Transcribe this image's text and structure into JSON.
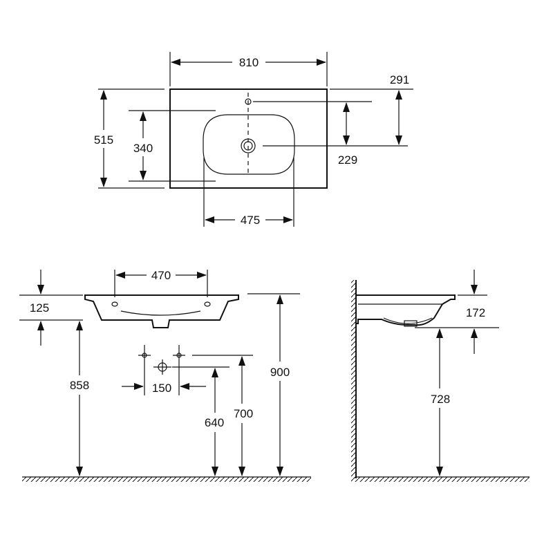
{
  "dimensions": {
    "top_width": "810",
    "top_depth": "515",
    "bowl_depth": "340",
    "bowl_width": "475",
    "tap_hole_offset": "291",
    "drain_offset": "229",
    "front_hole_spacing": "470",
    "front_rim_height": "125",
    "front_underside_height": "858",
    "front_top_height": "900",
    "tap_spacing": "150",
    "supply_height_700": "700",
    "drain_height_640": "640",
    "side_rim_height": "172",
    "side_underside_height": "728"
  },
  "colors": {
    "line": "#111111",
    "background": "#ffffff"
  }
}
